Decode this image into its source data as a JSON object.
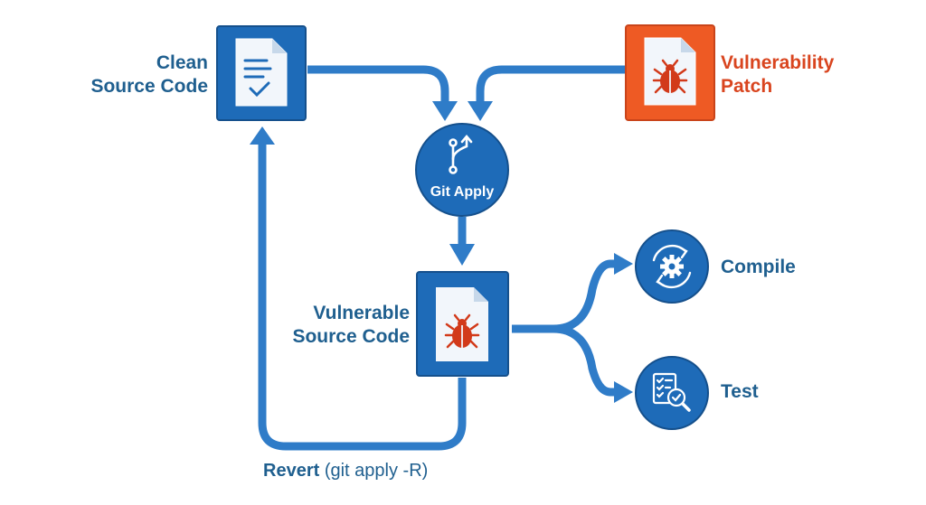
{
  "nodes": {
    "clean": {
      "line1": "Clean",
      "line2": "Source Code",
      "icon": "document-check-icon"
    },
    "patch": {
      "line1": "Vulnerability",
      "line2": "Patch",
      "icon": "bug-document-icon"
    },
    "git_apply": {
      "label": "Git Apply",
      "icon": "git-branch-icon"
    },
    "vulnerable": {
      "line1": "Vulnerable",
      "line2": "Source Code",
      "icon": "bug-document-icon"
    },
    "compile": {
      "label": "Compile",
      "icon": "gear-refresh-icon"
    },
    "test": {
      "label": "Test",
      "icon": "checklist-magnifier-icon"
    }
  },
  "revert": {
    "bold": "Revert",
    "rest": " (git apply -R)"
  },
  "colors": {
    "blue": "#2f7cc8",
    "dark_blue": "#1f5f8f",
    "node_blue": "#1e6bb8",
    "orange": "#ee5a24",
    "red_text": "#d9451f",
    "bug_red": "#d23a1a"
  }
}
